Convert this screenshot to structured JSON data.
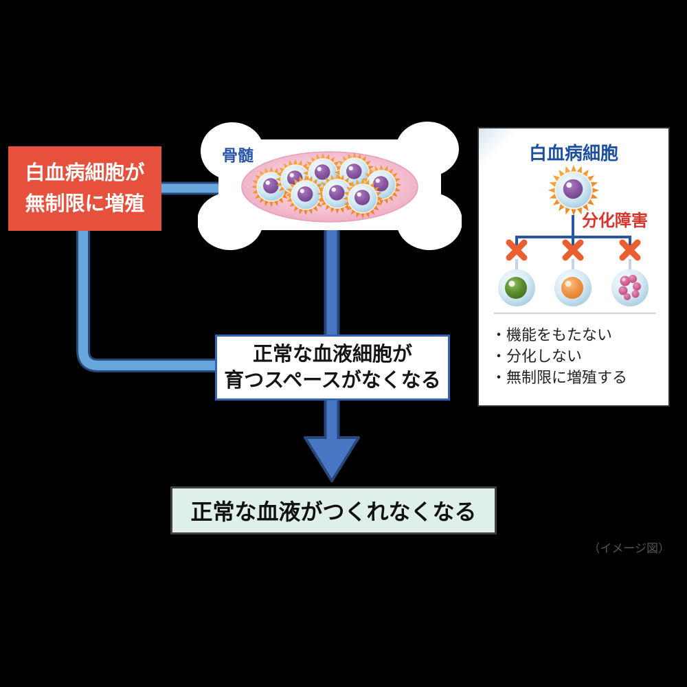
{
  "flow": {
    "cause_box": {
      "line1": "白血病細胞が",
      "line2": "無制限に増殖"
    },
    "bone_label": "骨髄",
    "space_box": {
      "line1": "正常な血液細胞が",
      "line2": "育つスペースがなくなる"
    },
    "result_box": {
      "text": "正常な血液がつくれなくなる"
    }
  },
  "panel": {
    "title": "白血病細胞",
    "disorder_label": "分化障害",
    "blocked_cells": [
      "green-nucleus-cell",
      "orange-nucleus-cell",
      "lobed-nucleus-cell"
    ],
    "bullets": [
      "・機能をもたない",
      "・分化しない",
      "・無制限に増殖する"
    ]
  },
  "caption": "（イメージ図）",
  "colors": {
    "background": "#000000",
    "cause_box_bg": "#e5513c",
    "connector_light_blue": "#67a7db",
    "connector_outline": "#27487b",
    "arrow_blue": "#4a77c4",
    "tree_blue": "#2b55a4",
    "x_mark_orange": "#ea5f32",
    "disorder_red": "#d6342c",
    "heading_blue": "#1d4f9f",
    "bone_label_blue": "#2a55a8",
    "space_box_border": "#3465b2",
    "result_box_bg": "#dff0e8",
    "marrow_pink": "#f4bcd0",
    "cell_spike_orange": "#f08a2e",
    "nucleus_purple": "#8a57a2",
    "nucleus_green": "#568a2b",
    "nucleus_orange": "#ed9243",
    "nucleus_magenta": "#cd5d92"
  }
}
